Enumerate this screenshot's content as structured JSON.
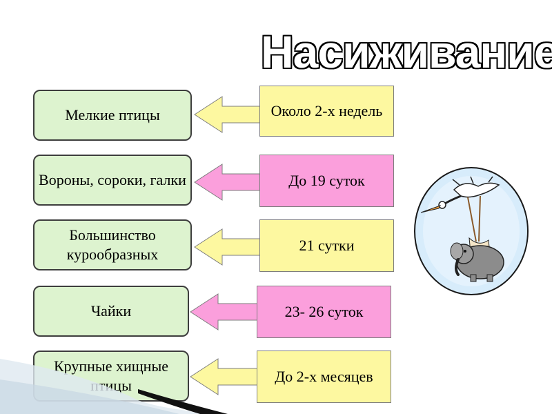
{
  "title": "Насиживание",
  "rows": [
    {
      "bird": "Мелкие птицы",
      "duration": "Около 2-х недель",
      "color": "#fdf8a0"
    },
    {
      "bird": "Вороны, сороки, галки",
      "duration": "До 19 суток",
      "color": "#fb9fdc"
    },
    {
      "bird": "Большинство курообразных",
      "duration": "21 сутки",
      "color": "#fdf8a0"
    },
    {
      "bird": "Чайки",
      "duration": "23- 26 суток",
      "color": "#fb9fdc"
    },
    {
      "bird": "Крупные хищные птицы",
      "duration": "До 2-х месяцев",
      "color": "#fdf8a0"
    }
  ],
  "illustration": "stork-carrying-elephant"
}
